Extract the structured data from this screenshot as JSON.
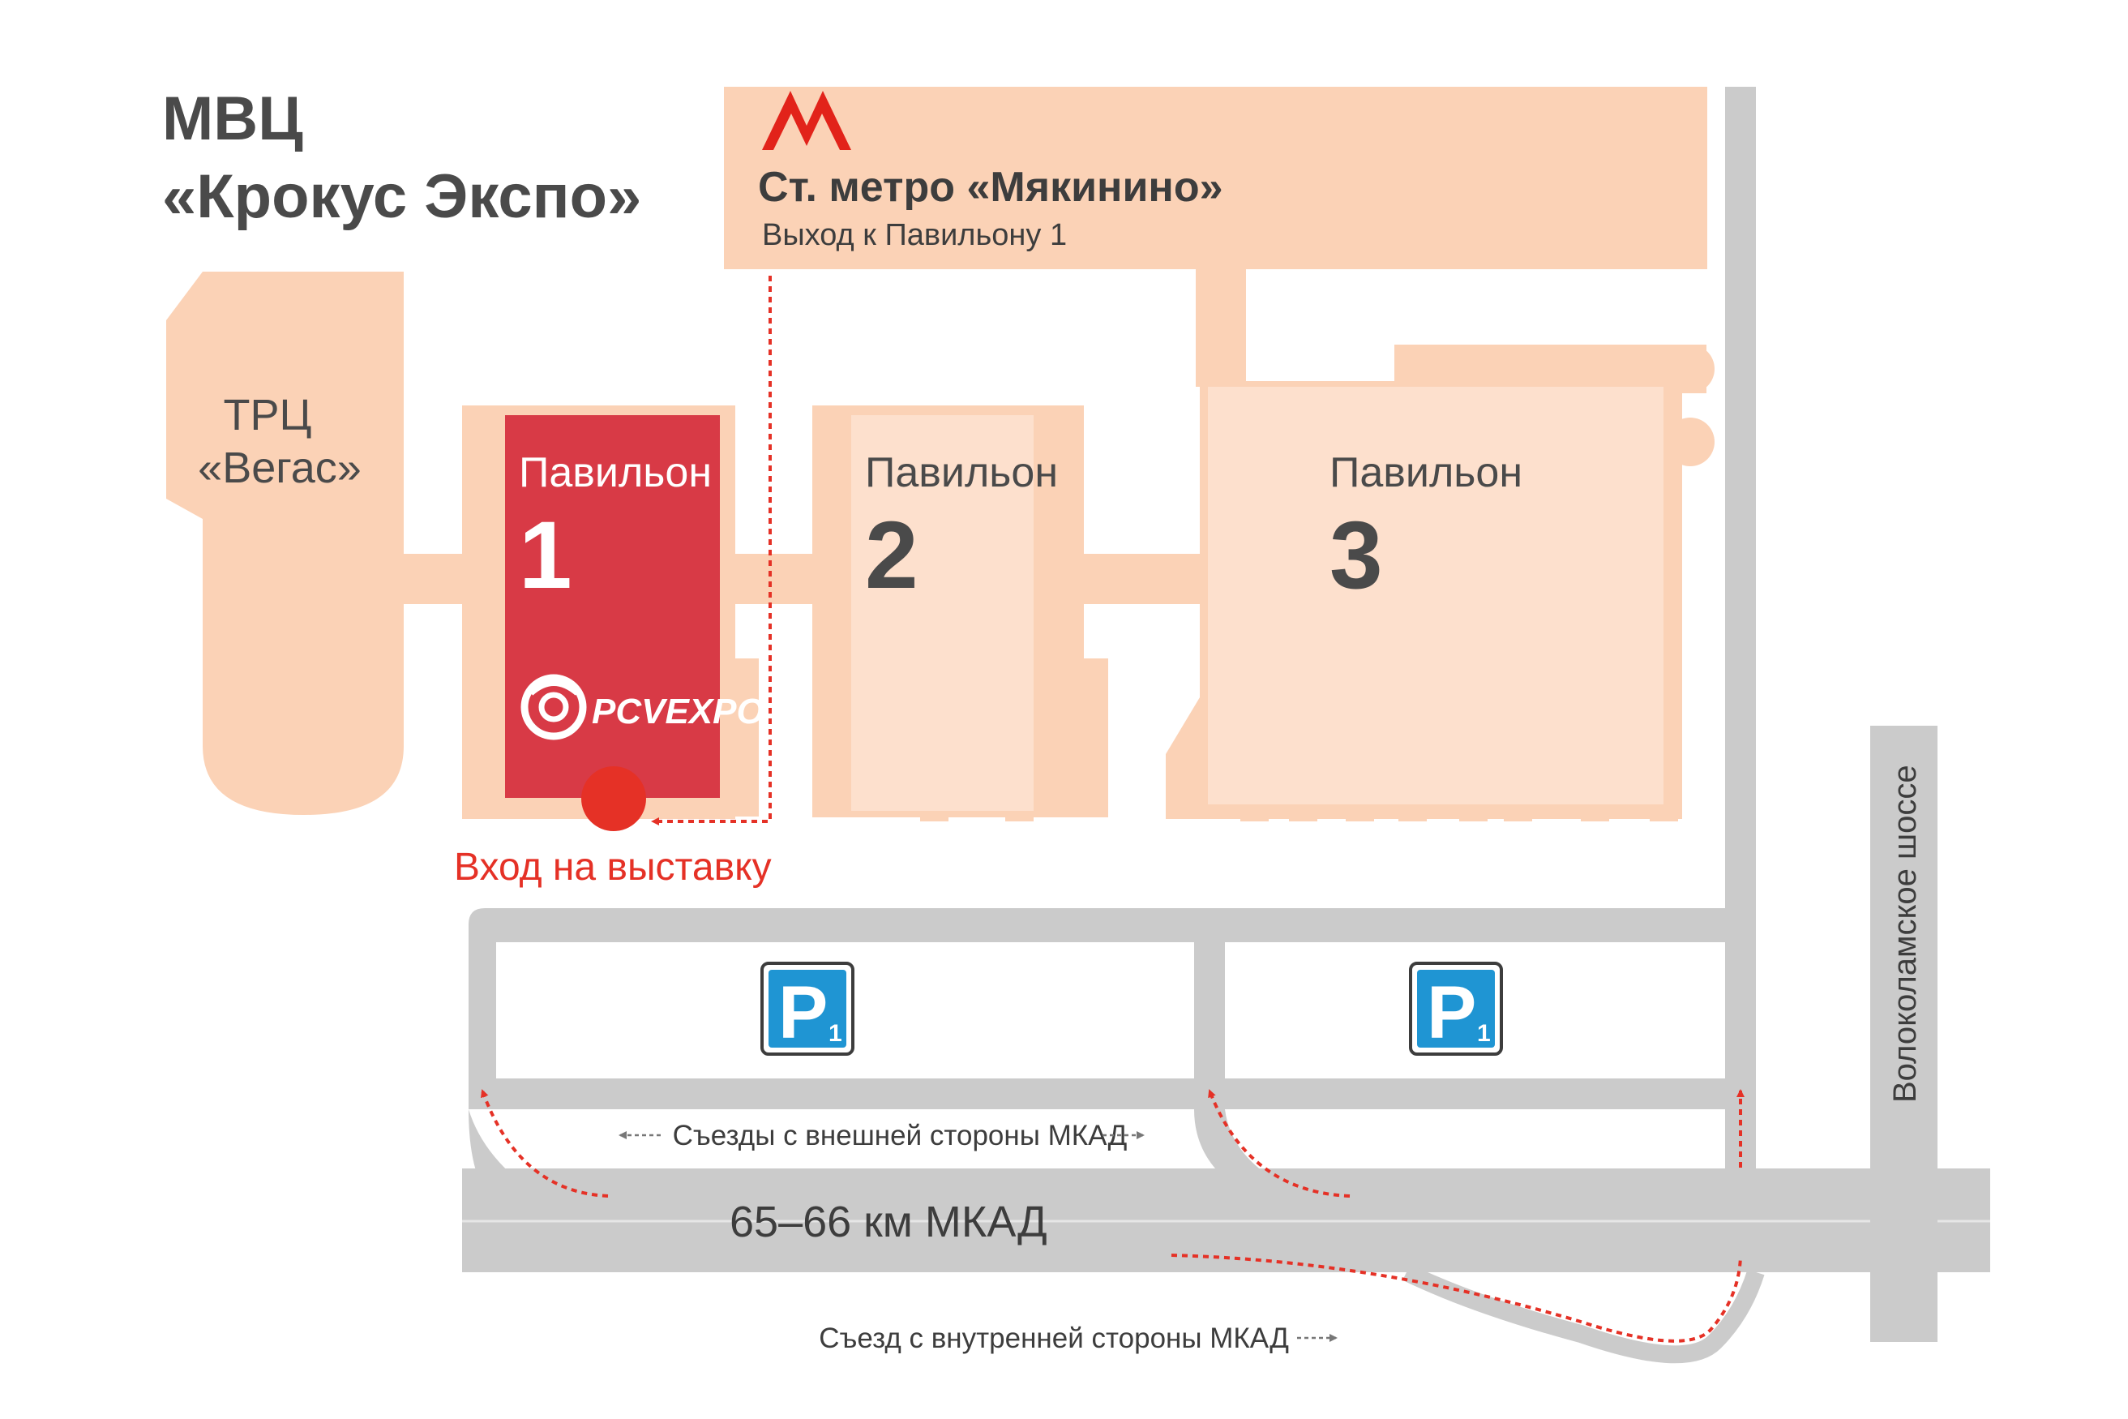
{
  "venue": {
    "title_line1": "МВЦ",
    "title_line2": "«Крокус Экспо»"
  },
  "metro": {
    "logo_letter": "М",
    "station": "Ст. метро «Мякинино»",
    "exit": "Выход к Павильону 1"
  },
  "mall": {
    "line1": "ТРЦ",
    "line2": "«Вегас»"
  },
  "pavilions": [
    {
      "label": "Павильон",
      "number": "1"
    },
    {
      "label": "Павильон",
      "number": "2"
    },
    {
      "label": "Павильон",
      "number": "3"
    }
  ],
  "exhibitor_logo": "PCVEXPO",
  "entrance": "Вход на выставку",
  "parking": [
    {
      "letter": "P",
      "number": "1"
    },
    {
      "letter": "P",
      "number": "1"
    }
  ],
  "roads": {
    "mkad": "65–66 км МКАД",
    "highway": "Волоколамское шоссе",
    "outer_exit": "Съезды с внешней стороны МКАД",
    "inner_exit": "Съезд с внутренней стороны МКАД"
  },
  "colors": {
    "building": "#fbd2b6",
    "building_light": "#fde0cd",
    "pavilion1": "#d83a46",
    "metro_red": "#e2231a",
    "entrance_red": "#e53126",
    "road": "#cbcbcb",
    "parking_blue": "#1f95d3",
    "text_dark": "#4a4a4a"
  }
}
